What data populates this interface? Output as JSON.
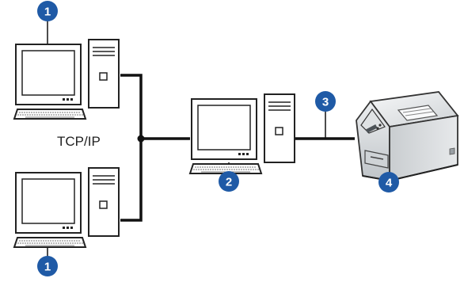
{
  "diagram": {
    "protocol_label": "TCP/IP",
    "callouts": [
      {
        "id": "client-top",
        "label": "1"
      },
      {
        "id": "server",
        "label": "2"
      },
      {
        "id": "printer-cable",
        "label": "3"
      },
      {
        "id": "printer",
        "label": "4"
      },
      {
        "id": "client-bottom",
        "label": "1"
      }
    ],
    "colors": {
      "callout_fill": "#1f5aa6",
      "cable": "#111111",
      "outline": "#222222",
      "screen": "#ffffff",
      "printer_body": "#e9ebec"
    },
    "icons": [
      "computer-icon",
      "tower-icon",
      "keyboard-icon",
      "printer-icon"
    ]
  }
}
